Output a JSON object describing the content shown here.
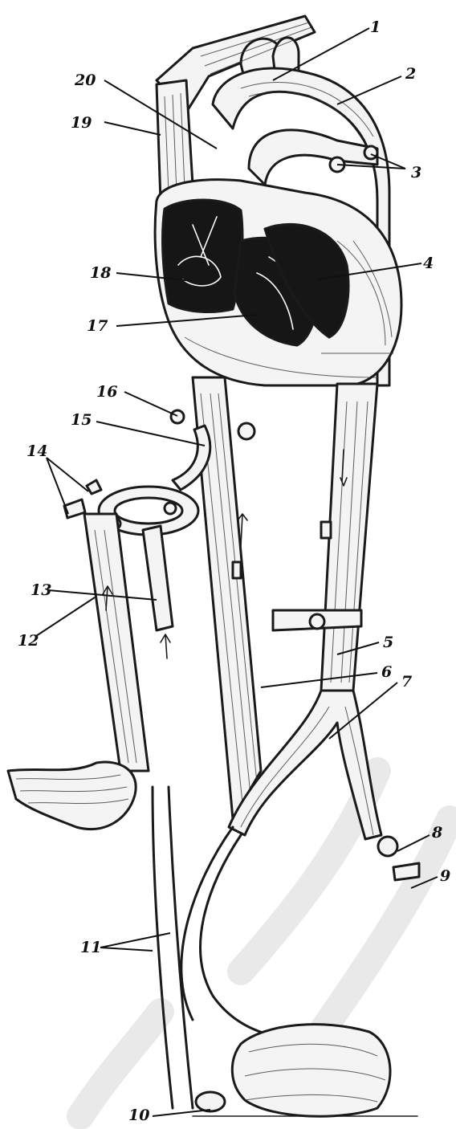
{
  "labels": {
    "l1": "1",
    "l2": "2",
    "l3": "3",
    "l4": "4",
    "l5": "5",
    "l6": "6",
    "l7": "7",
    "l8": "8",
    "l9": "9",
    "l10": "10",
    "l11": "11",
    "l12": "12",
    "l13": "13",
    "l14": "14",
    "l15": "15",
    "l16": "16",
    "l17": "17",
    "l18": "18",
    "l19": "19",
    "l20": "20"
  },
  "colors": {
    "ink": "#1a1a1a",
    "background": "#ffffff",
    "watermark": "#e9e9e9"
  }
}
